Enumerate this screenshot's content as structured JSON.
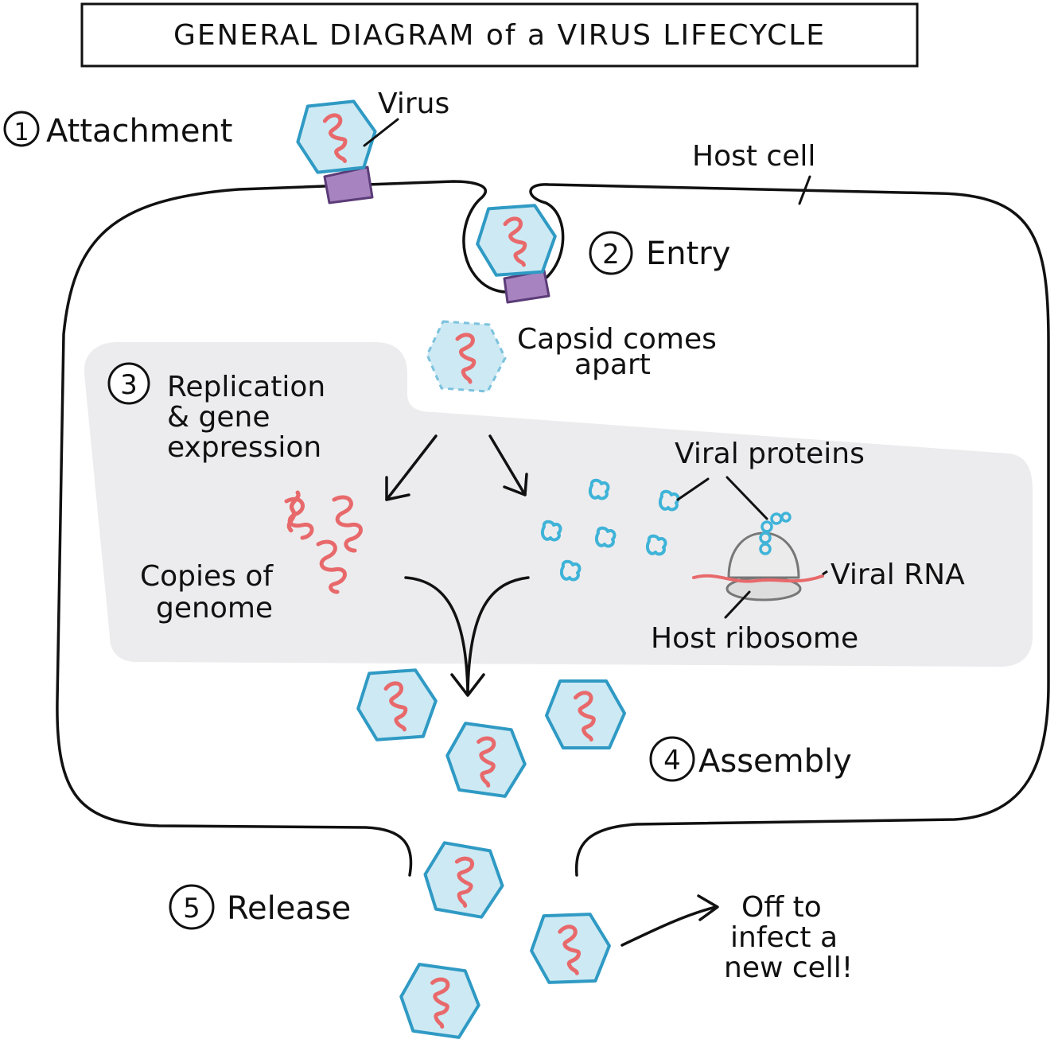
{
  "title": "GENERAL DIAGRAM of a VIRUS LIFECYCLE",
  "steps": [
    {
      "number": "1",
      "label": "Attachment"
    },
    {
      "number": "2",
      "label": "Entry"
    },
    {
      "number": "3",
      "label_line1": "Replication",
      "label_line2": "& gene",
      "label_line3": "expression"
    },
    {
      "number": "4",
      "label": "Assembly"
    },
    {
      "number": "5",
      "label": "Release"
    }
  ],
  "labels": {
    "virus": "Virus",
    "host_cell": "Host cell",
    "capsid_line1": "Capsid comes",
    "capsid_line2": "apart",
    "viral_proteins": "Viral proteins",
    "viral_rna": "Viral RNA",
    "host_ribosome": "Host ribosome",
    "copies_line1": "Copies of",
    "copies_line2": "genome",
    "off_line1": "Off to",
    "off_line2": "infect a",
    "off_line3": "new cell!"
  },
  "colors": {
    "capsid_fill": "#cde9f3",
    "capsid_stroke": "#2f9ac4",
    "genome": "#e8696b",
    "receptor_fill": "#a784bf",
    "receptor_stroke": "#5b3c78",
    "region_fill": "#ececee",
    "ribosome_fill": "#e4e4e4",
    "protein": "#3fb3d8",
    "line": "#111111"
  }
}
